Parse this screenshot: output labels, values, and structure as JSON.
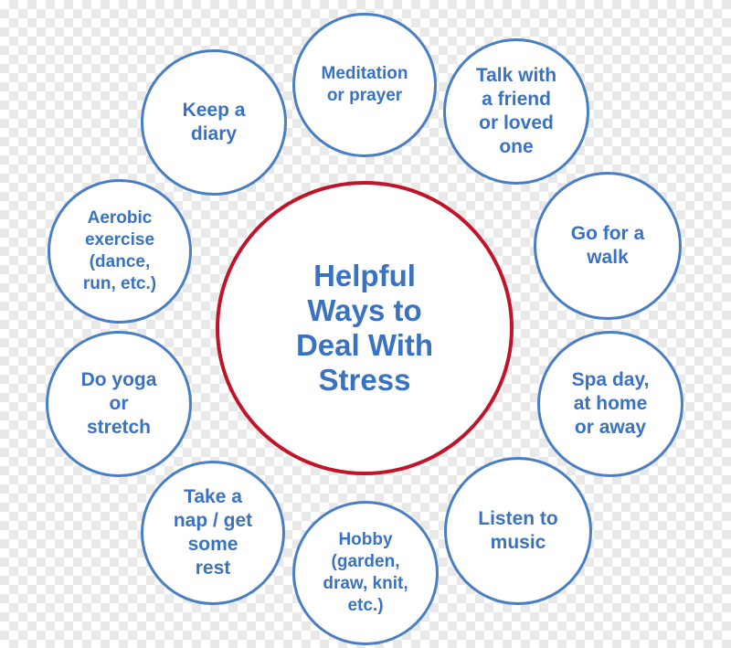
{
  "colors": {
    "bubble_border": "#4a7ec4",
    "text": "#3a72c2",
    "center_border": "#c0142a"
  },
  "center": {
    "title": "Helpful\nWays to\nDeal With\nStress"
  },
  "bubbles": [
    {
      "label": "Meditation\nor prayer"
    },
    {
      "label": "Talk with\na friend\nor loved\none"
    },
    {
      "label": "Go for a\nwalk"
    },
    {
      "label": "Spa day,\nat home\nor away"
    },
    {
      "label": "Listen to\nmusic"
    },
    {
      "label": "Hobby\n(garden,\ndraw, knit,\netc.)"
    },
    {
      "label": "Take a\nnap / get\nsome\nrest"
    },
    {
      "label": "Do yoga\nor\nstretch"
    },
    {
      "label": "Aerobic\nexercise\n(dance,\nrun, etc.)"
    },
    {
      "label": "Keep a\ndiary"
    }
  ]
}
